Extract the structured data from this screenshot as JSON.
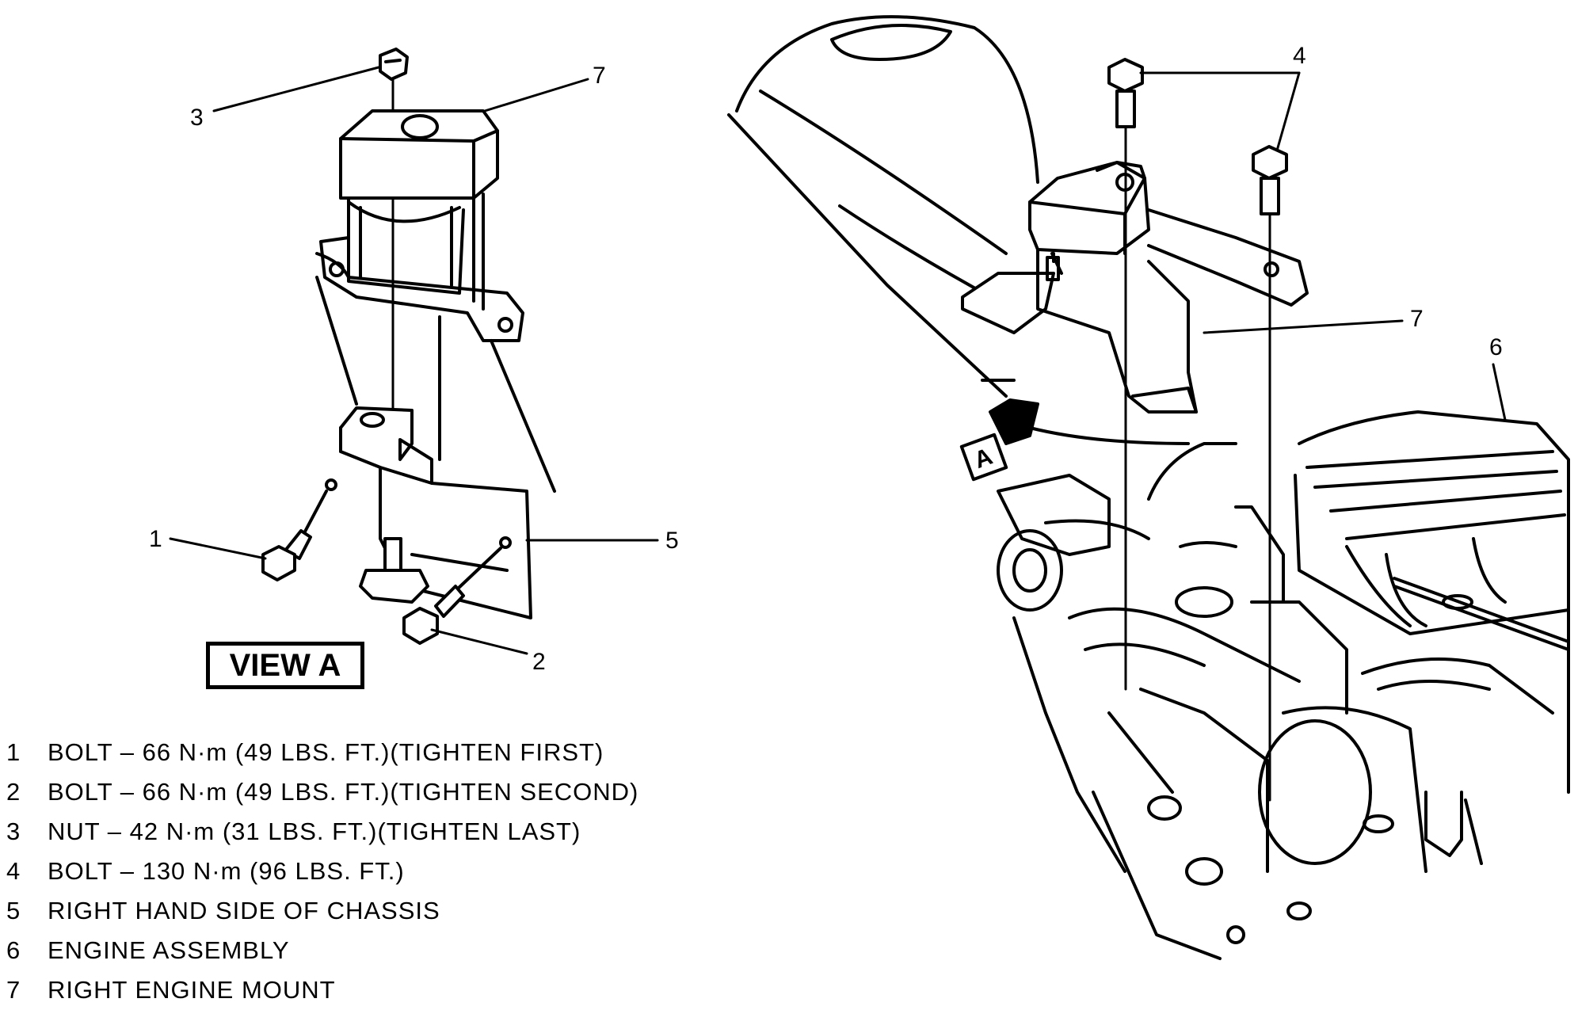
{
  "callouts": {
    "c1": "1",
    "c2": "2",
    "c3": "3",
    "c4": "4",
    "c5": "5",
    "c6": "6",
    "c7_left": "7",
    "c7_right": "7",
    "view_marker": "A"
  },
  "view_label": "VIEW A",
  "legend": [
    {
      "num": "1",
      "text": "BOLT – 66 N·m (49 LBS. FT.)(TIGHTEN FIRST)"
    },
    {
      "num": "2",
      "text": "BOLT – 66 N·m (49 LBS. FT.)(TIGHTEN SECOND)"
    },
    {
      "num": "3",
      "text": "NUT – 42 N·m (31 LBS. FT.)(TIGHTEN LAST)"
    },
    {
      "num": "4",
      "text": "BOLT – 130 N·m (96 LBS. FT.)"
    },
    {
      "num": "5",
      "text": "RIGHT HAND SIDE OF CHASSIS"
    },
    {
      "num": "6",
      "text": "ENGINE ASSEMBLY"
    },
    {
      "num": "7",
      "text": "RIGHT ENGINE MOUNT"
    }
  ]
}
